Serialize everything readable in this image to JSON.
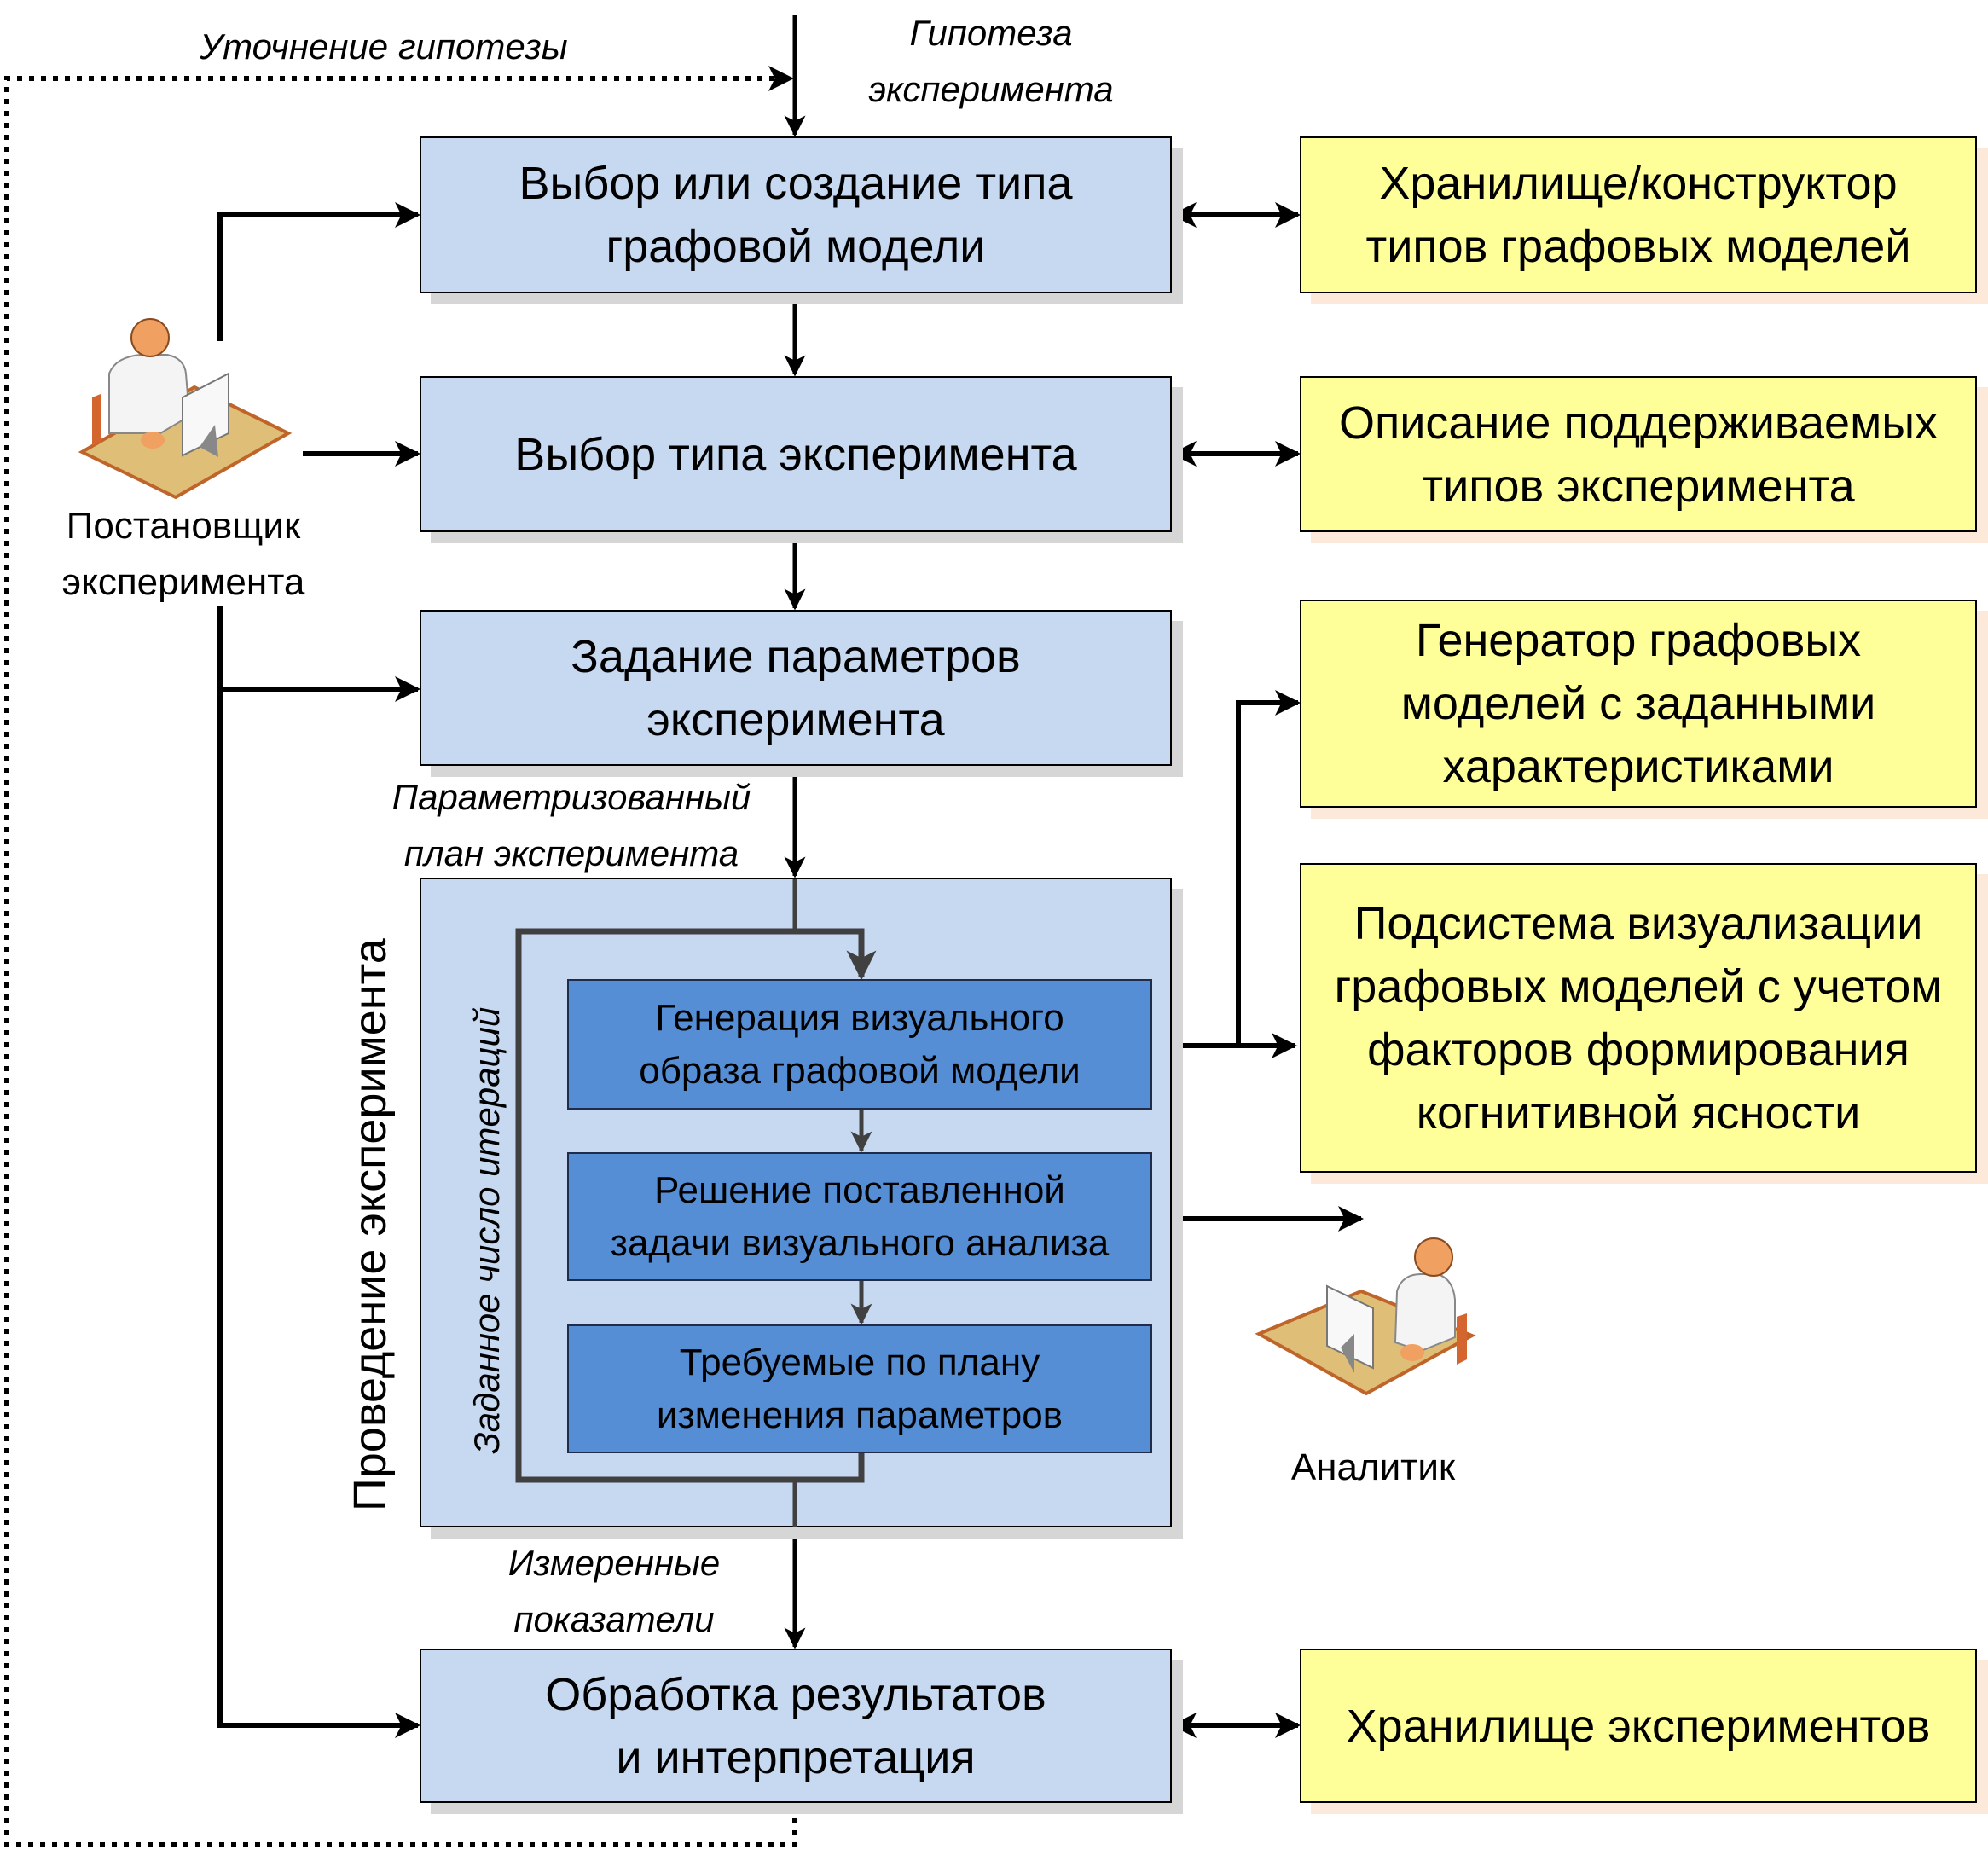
{
  "title": "Схема проведения эксперимента по визуальному анализу графовых моделей",
  "inputs": {
    "hypothesis_label": "Гипотеза\nэксперимента",
    "refine_label": "Уточнение гипотезы"
  },
  "actors": {
    "setter": "Постановщик\nэксперимента",
    "analyst": "Аналитик"
  },
  "process": {
    "select_model": "Выбор или создание типа\nграфовой модели",
    "select_experiment": "Выбор типа эксперимента",
    "set_params": "Задание параметров\nэксперимента",
    "run_group_label": "Проведение эксперимента",
    "iterations_label": "Заданное число итераций",
    "generate": "Генерация визуального\nобраза графовой модели",
    "solve": "Решение поставленной\nзадачи визуального анализа",
    "change_params": "Требуемые по плану\nизменения параметров",
    "process_results": "Обработка результатов\nи интерпретация"
  },
  "flow_labels": {
    "param_plan": "Параметризованный\nплан эксперимента",
    "measured": "Измеренные\nпоказатели"
  },
  "resources": {
    "model_store": "Хранилище/конструктор\nтипов графовых моделей",
    "experiment_types": "Описание поддерживаемых\nтипов эксперимента",
    "generator": "Генератор графовых\nмоделей с заданными\nхарактеристиками",
    "visualization": "Подсистема визуализации\nграфовых моделей с учетом\nфакторов формирования\nкогнитивной ясности",
    "experiment_store": "Хранилище экспериментов"
  },
  "colors": {
    "process_fill": "#c6d9f0",
    "inner_fill": "#558ed5",
    "resource_fill": "#ffff99",
    "line": "#000000",
    "loop_line": "#404040"
  }
}
